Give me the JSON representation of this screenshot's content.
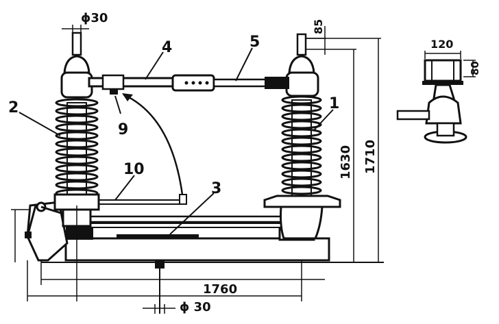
{
  "callouts": {
    "c1": "1",
    "c2": "2",
    "c3": "3",
    "c4": "4",
    "c5": "5",
    "c9": "9",
    "c10": "10"
  },
  "dimensions": {
    "pin_diameter_top": "ϕ30",
    "terminal_height": "85",
    "insulator_height": "1630",
    "total_height": "1710",
    "base_width": "1760",
    "shaft_diameter": "ϕ 30",
    "detail_width": "120",
    "detail_height": "80"
  },
  "colors": {
    "ink": "#111111",
    "paper": "#ffffff"
  }
}
